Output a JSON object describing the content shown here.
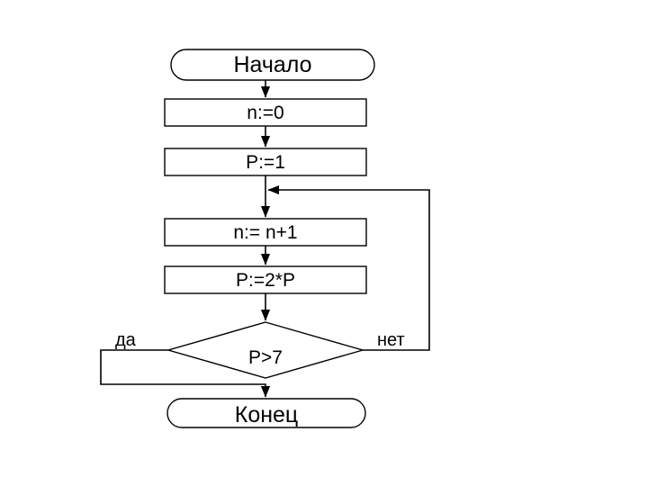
{
  "diagram": {
    "title": "Algorithm flowchart",
    "language": "ru",
    "background_color": "#ffffff",
    "stroke_color": "#000000",
    "text_color": "#000000"
  },
  "nodes": {
    "start": {
      "label": "Начало",
      "shape": "terminator"
    },
    "init_n": {
      "label": "n:=0",
      "shape": "process"
    },
    "init_p": {
      "label": "P:=1",
      "shape": "process"
    },
    "increment_n": {
      "label": "n:= n+1",
      "shape": "process"
    },
    "double_p": {
      "label": "P:=2*P",
      "shape": "process"
    },
    "condition": {
      "label": "P>7",
      "shape": "decision"
    },
    "end": {
      "label": "Конец",
      "shape": "terminator"
    }
  },
  "branches": {
    "yes": "да",
    "no": "нет"
  },
  "edges": [
    {
      "from": "start",
      "to": "init_n",
      "label": ""
    },
    {
      "from": "init_n",
      "to": "init_p",
      "label": ""
    },
    {
      "from": "init_p",
      "to": "increment_n",
      "label": ""
    },
    {
      "from": "increment_n",
      "to": "double_p",
      "label": ""
    },
    {
      "from": "double_p",
      "to": "condition",
      "label": ""
    },
    {
      "from": "condition",
      "to": "end",
      "label": "да"
    },
    {
      "from": "condition",
      "to": "increment_n",
      "label": "нет"
    }
  ]
}
